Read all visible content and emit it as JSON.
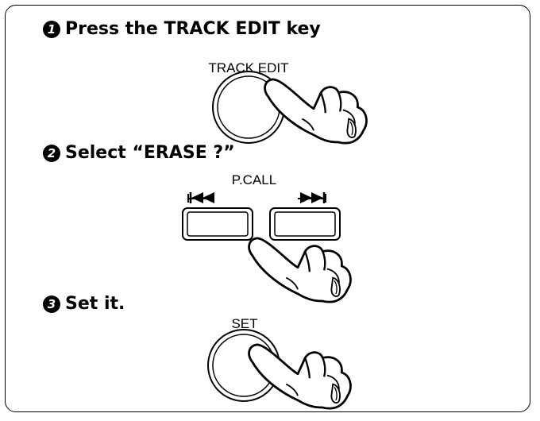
{
  "steps": [
    {
      "number": "1",
      "text": "Press the TRACK EDIT key"
    },
    {
      "number": "2",
      "text": "Select “ERASE  ?”"
    },
    {
      "number": "3",
      "text": "Set it."
    }
  ],
  "labels": {
    "track_edit": "TRACK EDIT",
    "p_call": "P.CALL",
    "set": "SET"
  },
  "icons": {
    "rewind": "skip-back-icon",
    "forward": "skip-forward-icon",
    "hand": "pressing-hand-icon"
  }
}
